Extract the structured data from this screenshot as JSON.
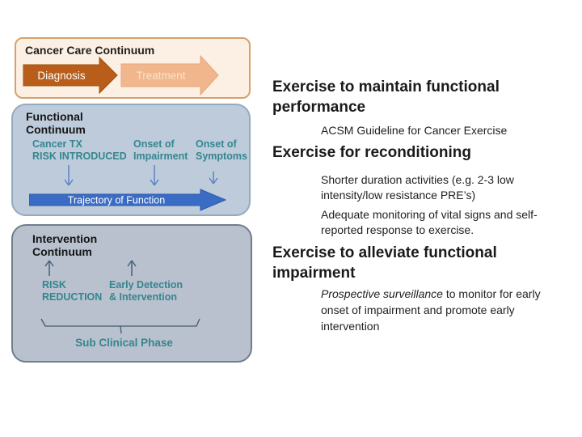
{
  "slide": {
    "background": "#FFFFFF"
  },
  "cancer_care": {
    "title": "Cancer Care Continuum",
    "diagnosis_label": "Diagnosis",
    "treatment_label": "Treatment",
    "colors": {
      "box_bg": "#FBF0E3",
      "box_border": "#D8A06A",
      "diagnosis_fill": "#B95E1A",
      "diagnosis_text": "#FFFFFF",
      "treatment_fill": "#F2B68C",
      "treatment_text": "#F9E2C8"
    }
  },
  "functional": {
    "title_line1": "Functional",
    "title_line2": "Continuum",
    "milestones": [
      {
        "line1": "Cancer TX",
        "line2": "RISK INTRODUCED"
      },
      {
        "line1": "Onset of",
        "line2": "Impairment"
      },
      {
        "line1": "Onset of",
        "line2": "Symptoms"
      }
    ],
    "trajectory_label": "Trajectory of Function",
    "colors": {
      "box_bg": "#BDCBDA",
      "box_border": "#95ABBC",
      "milestone_text": "#35868F",
      "down_arrow": "#5E82C4",
      "trajectory_fill": "#3A6CC5",
      "trajectory_border": "#2D5AA8",
      "trajectory_text": "#FFFFFF"
    }
  },
  "intervention": {
    "title_line1": "Intervention",
    "title_line2": "Continuum",
    "strategies": [
      {
        "line1": "RISK",
        "line2": "REDUCTION"
      },
      {
        "line1": "Early Detection",
        "line2": "& Intervention"
      }
    ],
    "bracket_label": "Sub Clinical Phase",
    "colors": {
      "box_bg": "#B8C1CD",
      "box_border": "#707E8C",
      "strategy_text": "#35868F",
      "up_arrow": "#47617A",
      "bracket": "#44596B"
    }
  },
  "right_panel": {
    "text_color": "#1A1A1A",
    "sections": [
      {
        "heading": "Exercise to maintain functional performance",
        "items": [
          {
            "text": "ACSM Guideline for Cancer Exercise"
          }
        ]
      },
      {
        "heading": "Exercise for reconditioning",
        "items": [
          {
            "text": "Shorter duration activities (e.g. 2-3 low intensity/low resistance PRE’s)"
          },
          {
            "text": "Adequate monitoring of vital signs and self-reported response to exercise."
          }
        ]
      },
      {
        "heading": "Exercise to alleviate functional impairment",
        "items": [
          {
            "italic_lead": "Prospective surveillance",
            "text": " to monitor for early onset of impairment and promote early intervention"
          }
        ]
      }
    ]
  }
}
